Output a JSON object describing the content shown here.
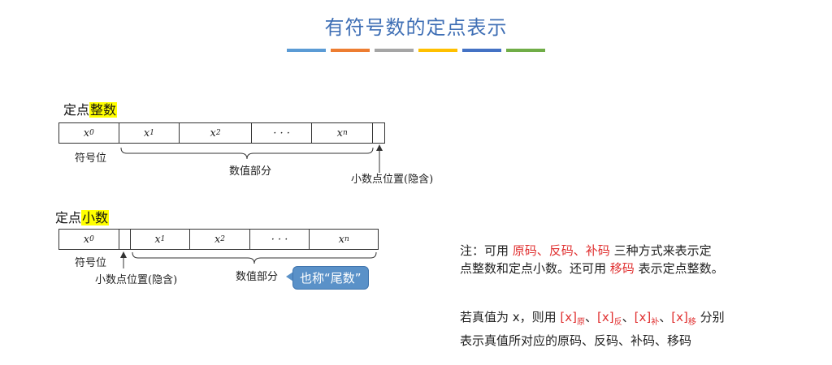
{
  "title": "有符号数的定点表示",
  "title_bar_colors": [
    "#5b9bd5",
    "#ed7d31",
    "#a5a5a5",
    "#ffc000",
    "#4472c4",
    "#70ad47"
  ],
  "integer": {
    "label_prefix": "定点",
    "label_highlight": "整数",
    "cells": [
      {
        "var": "x",
        "sub": "0"
      },
      {
        "var": "x",
        "sub": "1"
      },
      {
        "var": "x",
        "sub": "2"
      },
      {
        "var": "· · ·",
        "sub": ""
      },
      {
        "var": "x",
        "sub": "n"
      },
      {
        "var": "",
        "sub": ""
      }
    ],
    "sign_label": "符号位",
    "value_label": "数值部分",
    "point_label": "小数点位置(隐含)"
  },
  "fraction": {
    "label_prefix": "定点",
    "label_highlight": "小数",
    "cells": [
      {
        "var": "x",
        "sub": "0"
      },
      {
        "var": "",
        "sub": ""
      },
      {
        "var": "x",
        "sub": "1"
      },
      {
        "var": "x",
        "sub": "2"
      },
      {
        "var": "· · ·",
        "sub": ""
      },
      {
        "var": "x",
        "sub": "n"
      }
    ],
    "sign_label": "符号位",
    "point_label": "小数点位置(隐含)",
    "value_label": "数值部分",
    "callout": "也称“尾数”"
  },
  "note": {
    "line1_a": "注：可用 ",
    "line1_red1": "原码、反码、补码",
    "line1_b": " 三种方式来表示定",
    "line2_a": "点整数和定点小数。还可用 ",
    "line2_red": "移码",
    "line2_b": " 表示定点整数。",
    "line3_a": "若真值为 x，则用 ",
    "codes": [
      {
        "main": "[x]",
        "sub": "原"
      },
      {
        "main": "[x]",
        "sub": "反"
      },
      {
        "main": "[x]",
        "sub": "补"
      },
      {
        "main": "[x]",
        "sub": "移"
      }
    ],
    "code_sep": "、",
    "line3_b": " 分别",
    "line4": "表示真值所对应的原码、反码、补码、移码"
  }
}
